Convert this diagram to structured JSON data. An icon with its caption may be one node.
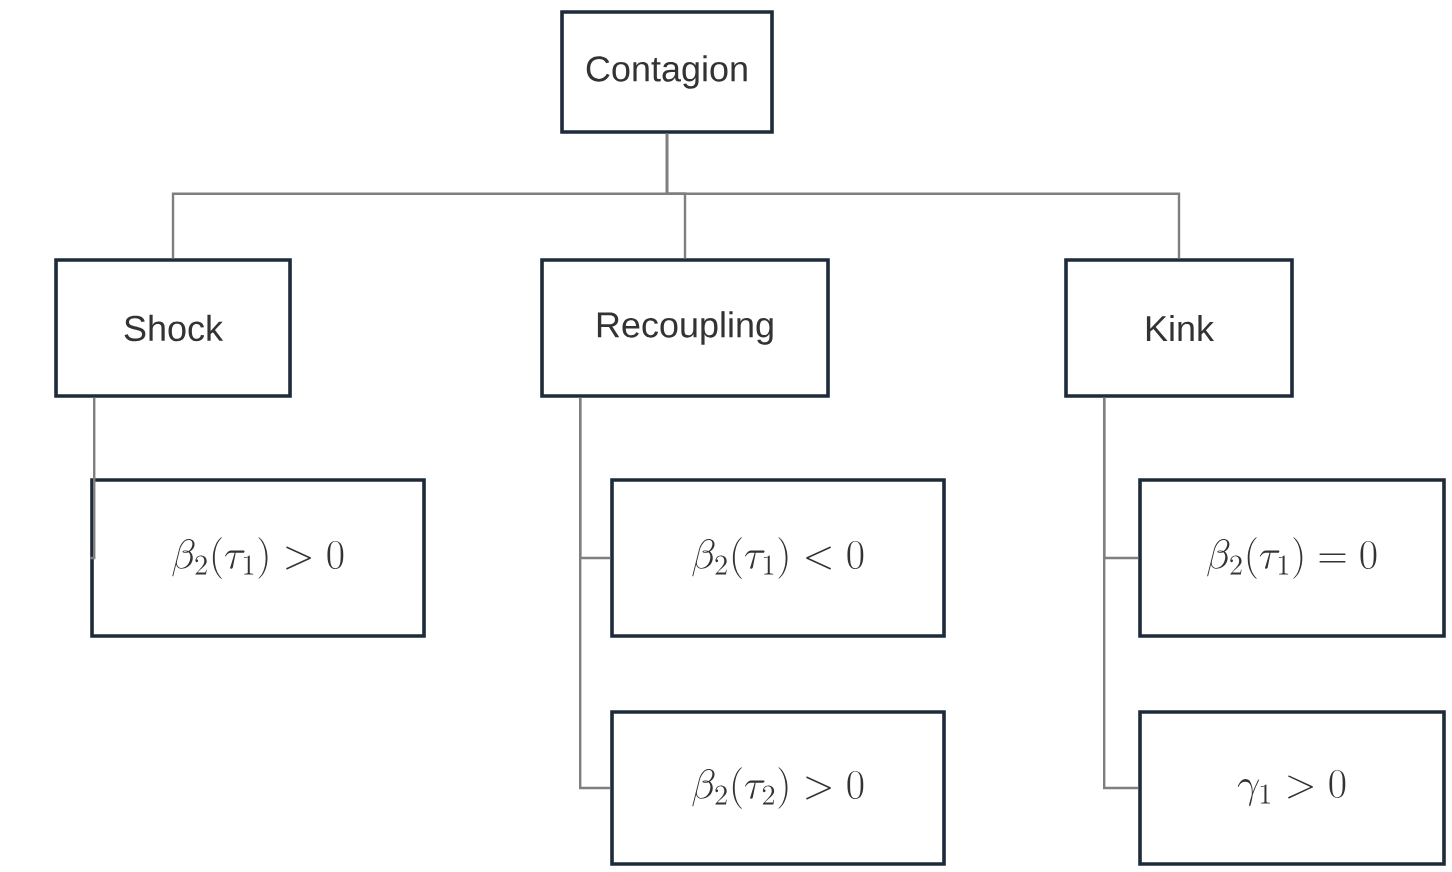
{
  "diagram": {
    "nodes": [
      {
        "text": [
          "Contagion"
        ]
      },
      {
        "text": [
          "Shock"
        ]
      },
      {
        "text": [
          "Recoupling"
        ]
      },
      {
        "text": [
          "Kink"
        ]
      },
      {
        "text": [
          "\\beta_2(\\tau_1) > 0"
        ]
      },
      {
        "text": [
          "\\beta_2(\\tau_1) < 0"
        ]
      },
      {
        "text": [
          "\\beta_2(\\tau_2) > 0"
        ]
      },
      {
        "text": [
          "\\beta_2(\\tau_1) = 0"
        ]
      },
      {
        "text": [
          "\\gamma_1 > 0"
        ]
      }
    ],
    "edges": [
      {
        "from": 0,
        "to": 1,
        "arrow": "none"
      },
      {
        "from": 0,
        "to": 2,
        "arrow": "none"
      },
      {
        "from": 0,
        "to": 3,
        "arrow": "none"
      },
      {
        "from": 1,
        "to": 4,
        "arrow": "none"
      },
      {
        "from": 2,
        "to": 5,
        "arrow": "none"
      },
      {
        "from": 2,
        "to": 6,
        "arrow": "none"
      },
      {
        "from": 3,
        "to": 7,
        "arrow": "none"
      },
      {
        "from": 3,
        "to": 8,
        "arrow": "none"
      }
    ]
  }
}
